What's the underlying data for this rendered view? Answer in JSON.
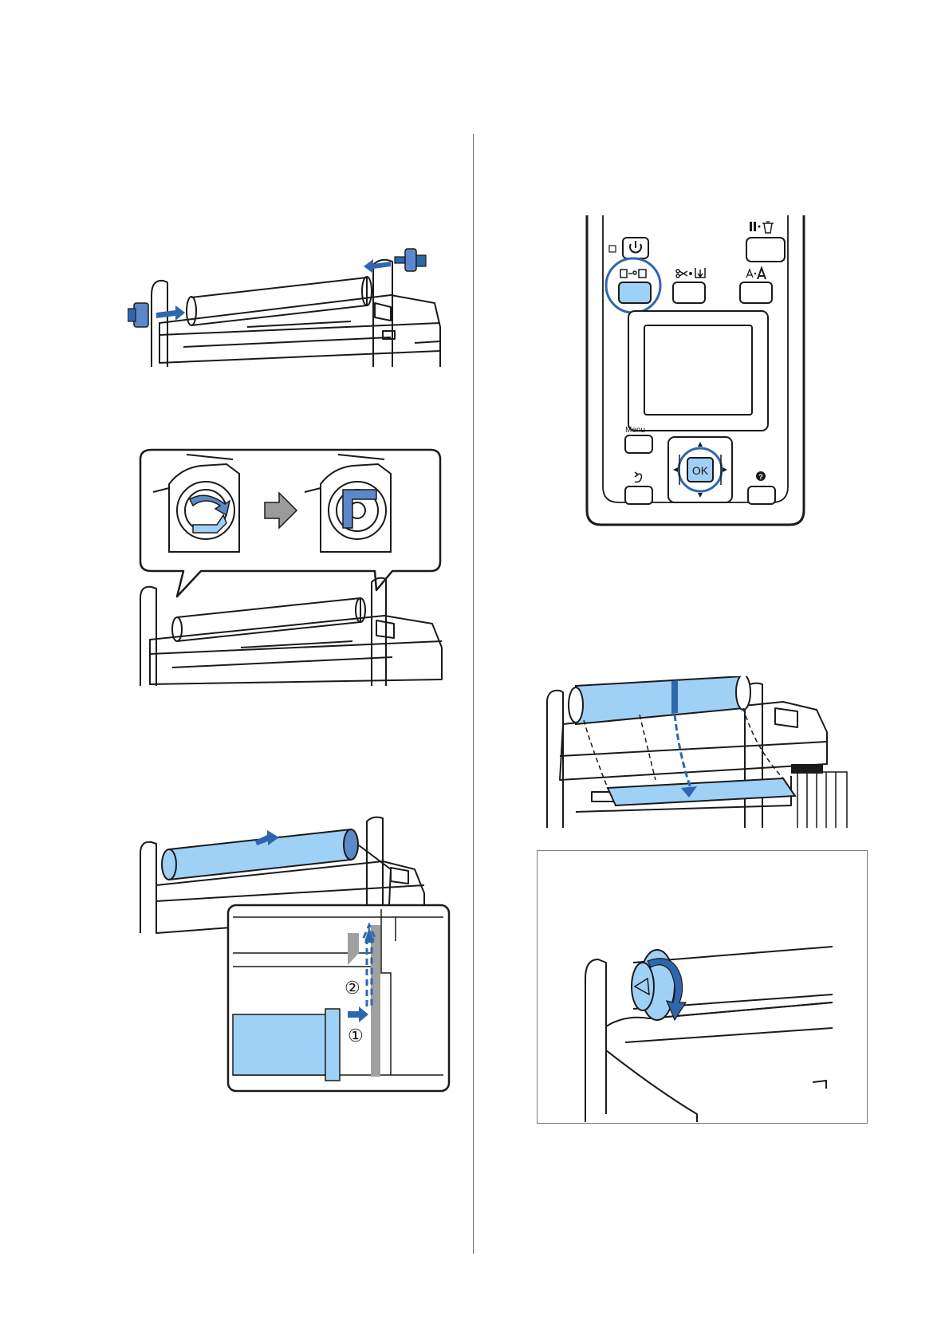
{
  "control_panel": {
    "button_labels": {
      "menu": "Menu",
      "ok": "OK"
    },
    "icons": {
      "power": "power-icon",
      "paper_source": "paper-source-icon",
      "cut_feed": "cut-feed-icon",
      "pause_cancel": "pause-cancel-icon",
      "paper_settings": "paper-settings-icon",
      "back": "back-icon",
      "help": "help-icon"
    },
    "highlighted_buttons": [
      "paper_source",
      "ok"
    ]
  },
  "figures": {
    "step3_callouts": [
      "②",
      "①"
    ]
  },
  "colors": {
    "accent_blue": "#2f67ad",
    "highlight_fill": "#9fd0f5",
    "line": "#1a1a1a"
  }
}
